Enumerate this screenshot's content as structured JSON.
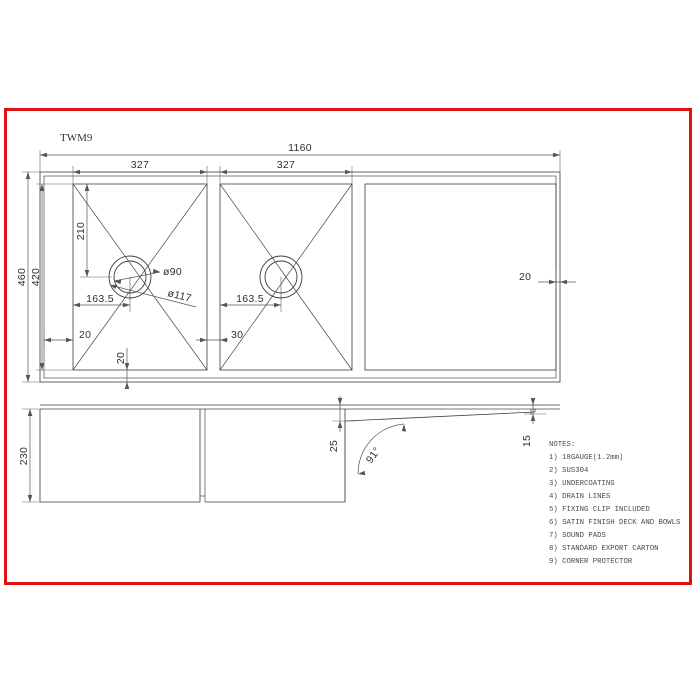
{
  "drawing": {
    "part_label": "TWM9",
    "border_color": "#dd1111",
    "line_color": "#3a3a3a"
  },
  "plan_view": {
    "overall_width": "1160",
    "bowl1_width": "327",
    "bowl2_width": "327",
    "overall_depth": "460",
    "inner_depth": "420",
    "bowl1_drain_from_top": "210",
    "bowl1_drain_from_left": "163.5",
    "bowl2_drain_from_left": "163.5",
    "bowl1_left_margin": "20",
    "bowl2_left_margin": "30",
    "bottom_margin": "20",
    "right_margin": "20",
    "drain_inner_dia": "ø90",
    "drain_outer_dia": "ø117"
  },
  "elevation_view": {
    "bowl_depth": "230",
    "deck_drop_left": "25",
    "deck_drop_right": "15",
    "wall_angle": "91°"
  },
  "notes": {
    "heading": "NOTES:",
    "items": [
      "1)  18GAUGE(1.2mm)",
      "2)  SUS304",
      "3)  UNDERCOATING",
      "4)  DRAIN LINES",
      "5)  FIXING CLIP INCLUDED",
      "6)  SATIN FINISH DECK AND BOWLS",
      "7)  SOUND PADS",
      "8)  STANDARD EXPORT CARTON",
      "9)  CORNER PROTECTOR"
    ]
  }
}
